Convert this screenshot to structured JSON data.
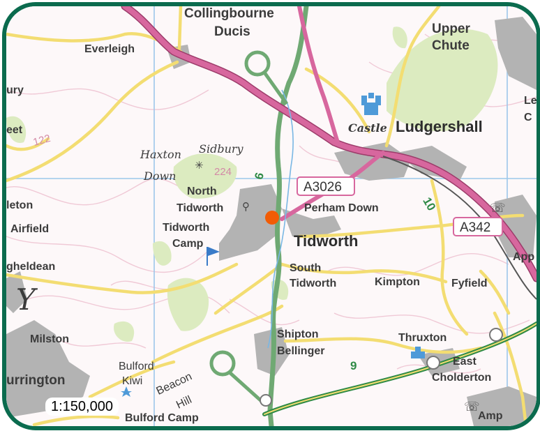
{
  "map": {
    "scale_text": "1:150,000",
    "colors": {
      "frame": "#0b6b4e",
      "background": "#fdf8f9",
      "contour": "#f0c9d6",
      "grid": "#9cc7ea",
      "woodland": "#dcebc0",
      "urban": "#b3b3b3",
      "minor_road": "#f3dd72",
      "a_road": "#d7679e",
      "cycle_route": "#6fa973",
      "location_marker": "#f25c05"
    },
    "place_labels": {
      "collingbourne": "Collingbourne",
      "ducis": "Ducis",
      "everleigh": "Everleigh",
      "upper": "Upper",
      "chute": "Chute",
      "ludgershall": "Ludgershall",
      "castle": "Castle",
      "sidbury": "Sidbury",
      "spot_height": "224",
      "haxton": "Haxton",
      "down": "Down",
      "north": "North",
      "north_tidworth": "Tidworth",
      "perham_down": "Perham Down",
      "tidworth": "Tidworth",
      "tidworth_camp_1": "Tidworth",
      "tidworth_camp_2": "Camp",
      "south": "South",
      "south_tidworth": "Tidworth",
      "kimpton": "Kimpton",
      "fyfield": "Fyfield",
      "shipton": "Shipton",
      "bellinger": "Bellinger",
      "thruxton": "Thruxton",
      "east": "East",
      "cholderton": "Cholderton",
      "milston": "Milston",
      "urrington": "urrington",
      "bulford": "Bulford",
      "kiwi": "Kiwi",
      "beacon": "Beacon",
      "hill": "Hill",
      "bulford_camp": "Bulford Camp",
      "leton_airfield_1": "leton",
      "airfield": "Airfield",
      "gheldean": "gheldean",
      "ury": "ury",
      "eet": "eet",
      "app": "App",
      "amp": "Amp",
      "le": "Le",
      "c": "C",
      "y_glyph": "Y",
      "contour_122": "122",
      "c_glyph": "C"
    },
    "road_labels": {
      "a3026": "A3026",
      "a342": "A342",
      "route_6": "6",
      "route_10": "10",
      "route_9": "9"
    }
  }
}
